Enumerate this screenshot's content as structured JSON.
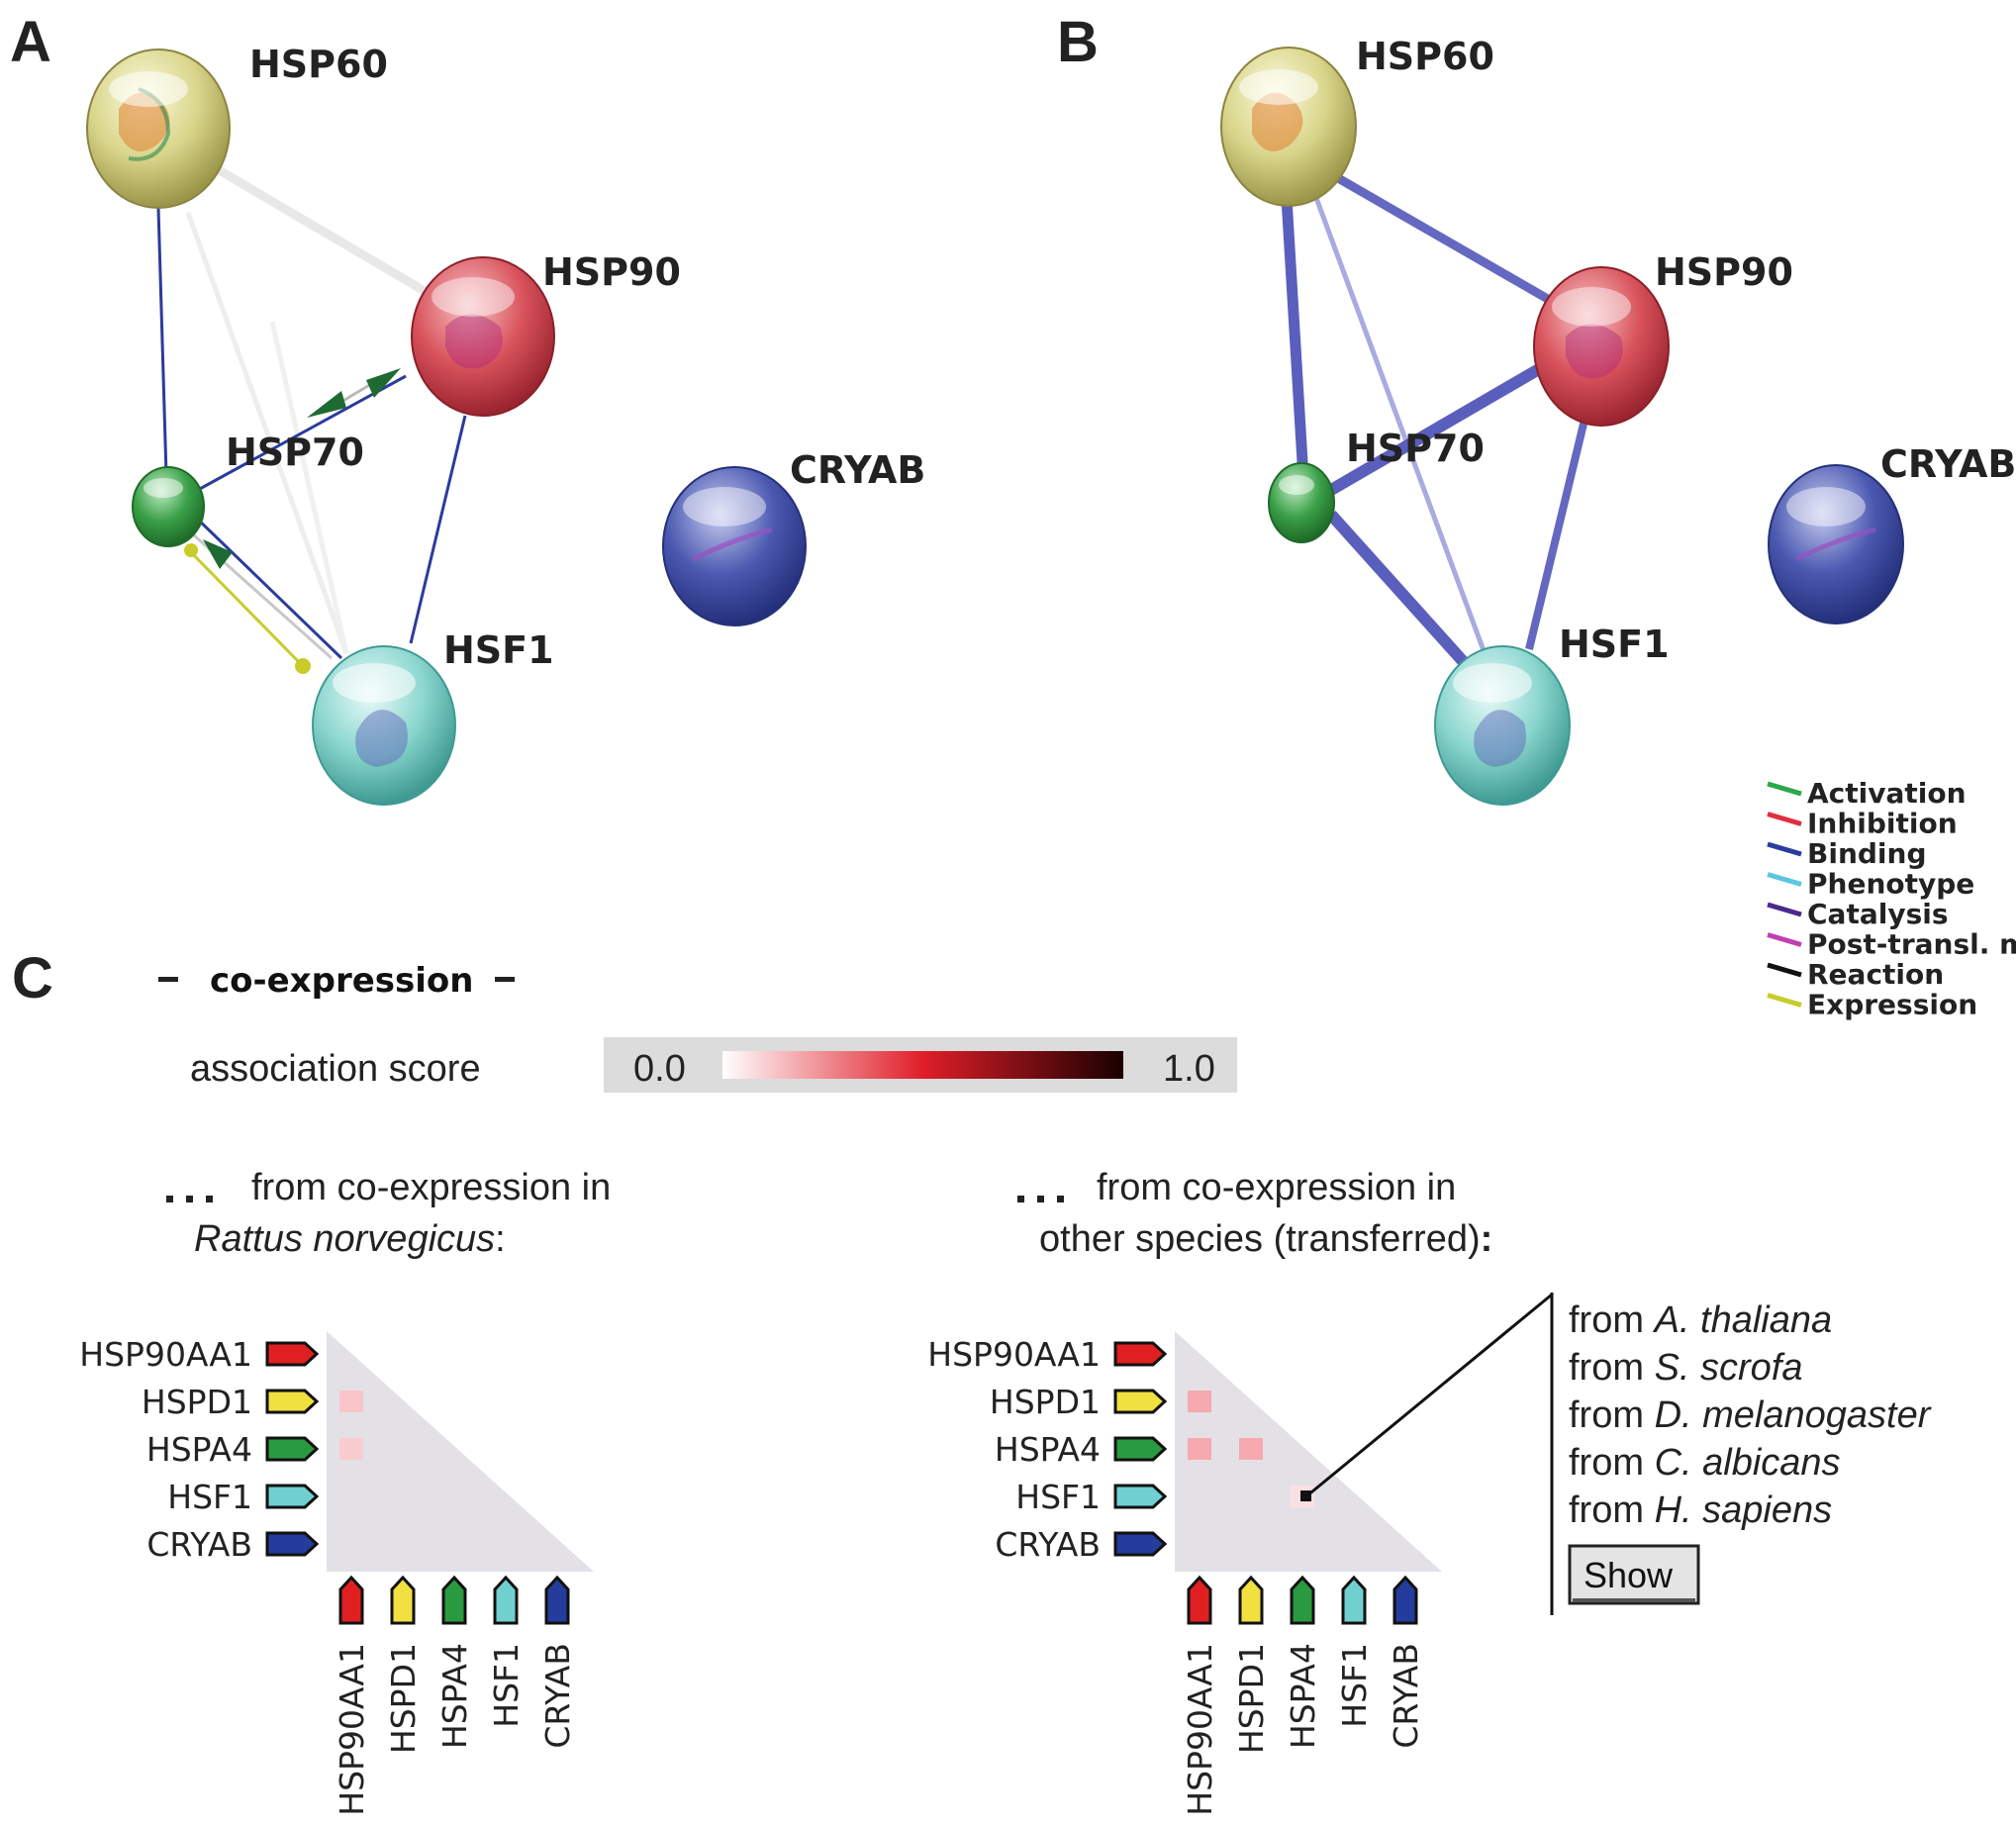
{
  "panels": {
    "a_label": "A",
    "b_label": "B",
    "c_label": "C"
  },
  "network_a": {
    "nodes": [
      {
        "id": "hsp60",
        "label": "HSP60",
        "color": "#d4d07a"
      },
      {
        "id": "hsp90",
        "label": "HSP90",
        "color": "#d9535c"
      },
      {
        "id": "hsp70",
        "label": "HSP70",
        "color": "#3aa048"
      },
      {
        "id": "cryab",
        "label": "CRYAB",
        "color": "#3f4fa8"
      },
      {
        "id": "hsf1",
        "label": "HSF1",
        "color": "#7ccfc6"
      }
    ]
  },
  "network_b": {
    "nodes": [
      {
        "id": "hsp60",
        "label": "HSP60",
        "color": "#d4d07a"
      },
      {
        "id": "hsp90",
        "label": "HSP90",
        "color": "#d9535c"
      },
      {
        "id": "hsp70",
        "label": "HSP70",
        "color": "#3aa048"
      },
      {
        "id": "cryab",
        "label": "CRYAB",
        "color": "#3f4fa8"
      },
      {
        "id": "hsf1",
        "label": "HSF1",
        "color": "#7ccfc6"
      }
    ]
  },
  "legend": [
    {
      "label": "Activation",
      "color": "#2aa84a"
    },
    {
      "label": "Inhibition",
      "color": "#e03040"
    },
    {
      "label": "Binding",
      "color": "#2a3c9c"
    },
    {
      "label": "Phenotype",
      "color": "#5cc6e0"
    },
    {
      "label": "Catalysis",
      "color": "#4a2a8c"
    },
    {
      "label": "Post-transl. m",
      "color": "#c040b0"
    },
    {
      "label": "Reaction",
      "color": "#111111"
    },
    {
      "label": "Expression",
      "color": "#c8cc2a"
    }
  ],
  "coexpression": {
    "title": "co-expression",
    "score_label": "association score",
    "score_min": "0.0",
    "score_max": "1.0",
    "left_heading_line1": "from co-expression in",
    "left_heading_line2_italic": "Rattus norvegicus",
    "left_heading_line2_suffix": ":",
    "right_heading_line1": "from co-expression in",
    "right_heading_line2": "other species (transferred)",
    "right_heading_line2_suffix": ":",
    "genes": [
      {
        "name": "HSP90AA1",
        "color": "#e02020"
      },
      {
        "name": "HSPD1",
        "color": "#f0e040"
      },
      {
        "name": "HSPA4",
        "color": "#2a9a40"
      },
      {
        "name": "HSF1",
        "color": "#70d0d0"
      },
      {
        "name": "CRYAB",
        "color": "#243c9c"
      }
    ],
    "source_list": [
      {
        "prefix": "from",
        "species": "A. thaliana"
      },
      {
        "prefix": "from",
        "species": "S. scrofa"
      },
      {
        "prefix": "from",
        "species": "D. melanogaster"
      },
      {
        "prefix": "from",
        "species": "C. albicans"
      },
      {
        "prefix": "from",
        "species": "H. sapiens"
      }
    ],
    "show_button": "Show"
  }
}
